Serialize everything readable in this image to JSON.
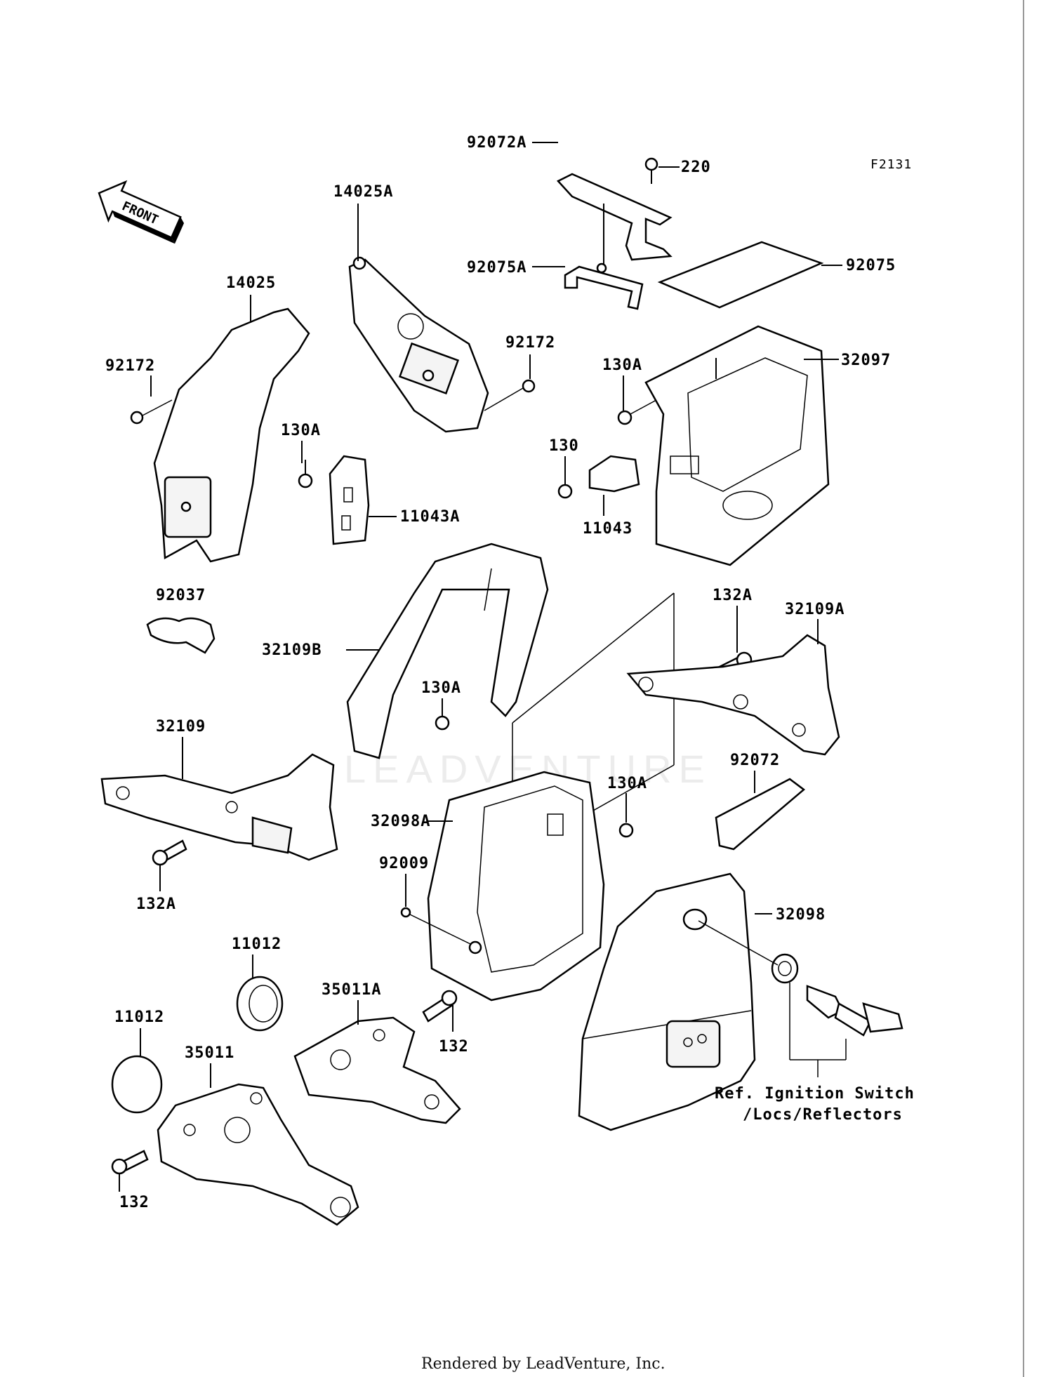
{
  "diagram_code": "F2131",
  "footer": "Rendered by LeadVenture, Inc.",
  "watermark": "LEADVENTURE",
  "front_arrow_label": "FRONT",
  "reference_note": {
    "line1": "Ref. Ignition Switch",
    "line2": "/Locs/Reflectors"
  },
  "part_labels": [
    "220",
    "92072A",
    "92075A",
    "92075",
    "32097",
    "14025A",
    "92172",
    "14025",
    "92172",
    "130A",
    "130",
    "11043",
    "130A",
    "11043A",
    "92037",
    "132A",
    "32109A",
    "32109B",
    "130A",
    "32109",
    "92072",
    "130A",
    "32098A",
    "92009",
    "132A",
    "32098",
    "11012",
    "35011A",
    "11012",
    "132",
    "35011",
    "132"
  ]
}
